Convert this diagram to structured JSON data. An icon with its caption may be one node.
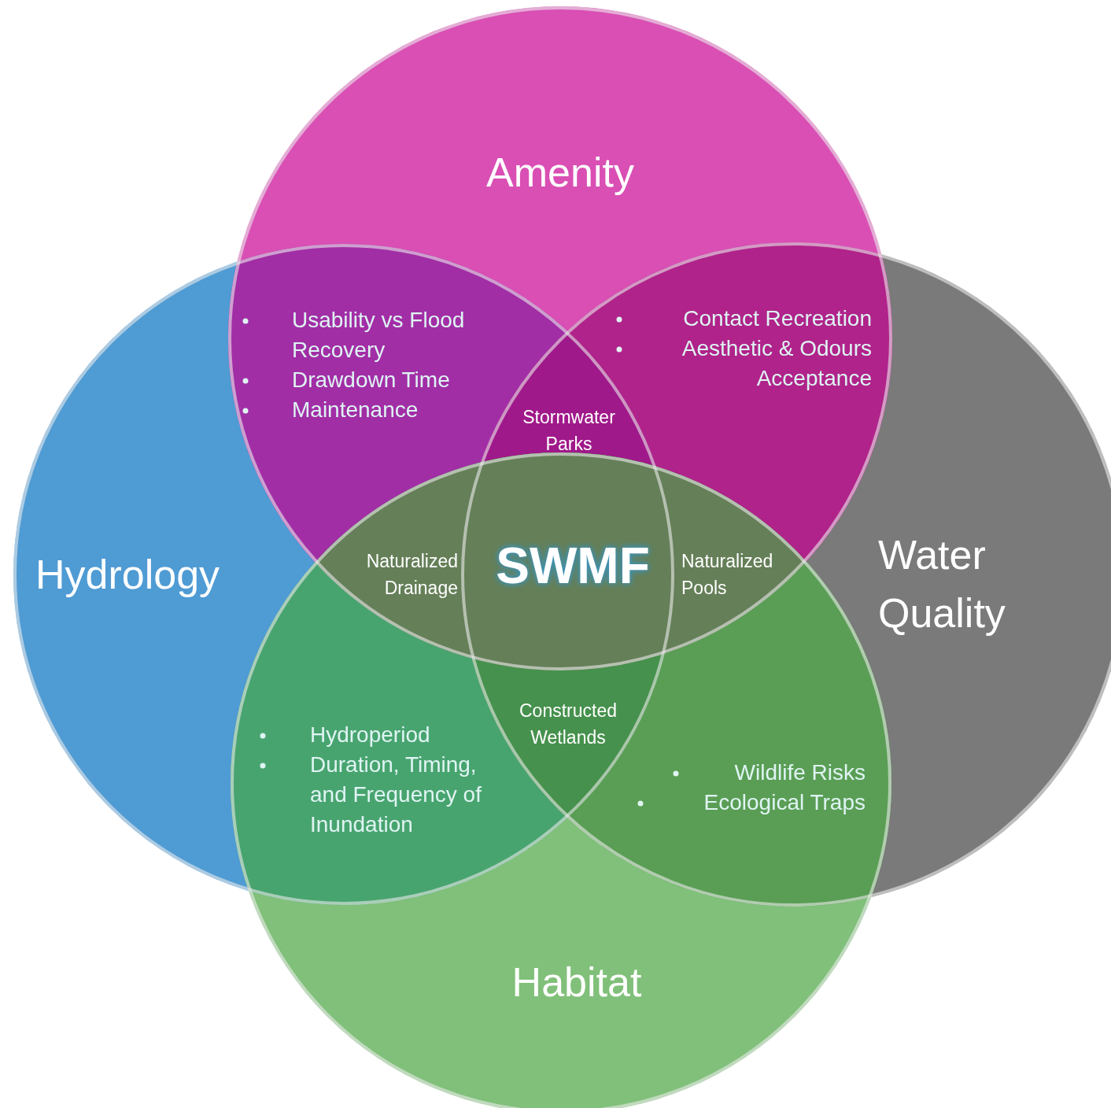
{
  "diagram": {
    "nodes": [
      {
        "text": [
          "Hydrology"
        ]
      },
      {
        "text": [
          "Water Quality"
        ]
      },
      {
        "text": [
          "Amenity"
        ]
      },
      {
        "text": [
          "Habitat"
        ]
      }
    ],
    "labels": [
      "Usability vs Flood Recovery",
      "Drawdown Time",
      "Maintenance",
      "Contact Recreation",
      "Aesthetic & Odours Acceptance",
      "Stormwater Parks",
      "Naturalized Drainage",
      "SWMF",
      "Naturalized Pools",
      "Constructed Wetlands",
      "Hydroperiod",
      "Duration, Timing, and Frequency of Inundation",
      "Wildlife Risks",
      "Ecological Traps"
    ]
  }
}
